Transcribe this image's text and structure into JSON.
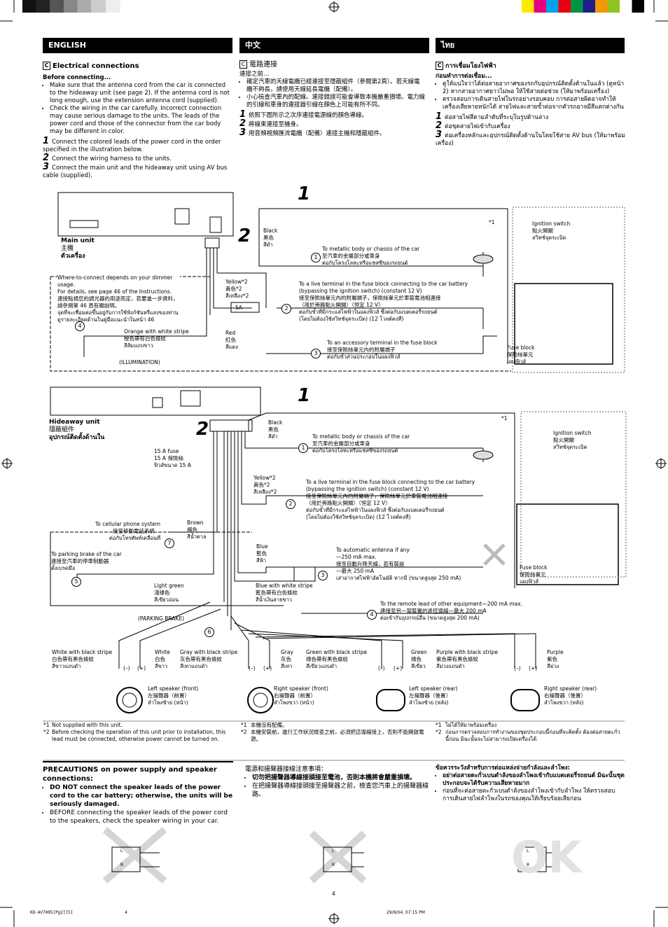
{
  "headers": {
    "en": "ENGLISH",
    "zh": "中文",
    "th": "ไทย"
  },
  "en": {
    "title": "Electrical connections",
    "before": "Before connecting...",
    "b1": "Make sure that the antenna cord from the car is connected to the hideaway unit (see page 2). If the antenna cord is not long enough, use the extension antenna cord (supplied).",
    "b2": "Check the wiring in the car carefully. Incorrect connection may cause serious damage to the units. The leads of the power cord and those of the connector from the car body may be different in color.",
    "s1": "Connect the colored leads of the power cord in the order specified in the illustration below.",
    "s2": "Connect the wiring harness to the units.",
    "s3": "Connect the main unit and the hideaway unit using AV bus cable (supplied)."
  },
  "zh": {
    "title": "電路連接",
    "before": "連接之前…",
    "b1": "確定汽車的天線電纜已經連接至隱蔽組件（參閱第2頁）。若天線電纜不夠長，請使用天線延長電纜（配備）。",
    "b2": "小心檢查汽車內的配線。連接錯誤可能會導致本機嚴重損壞。電力線的引線和車身的連接器引線在顏色上可能有所不同。",
    "s1": "依照下圖所示之次序連接電源線的顏色導線。",
    "s2": "將線束連接至機身。",
    "s3": "用音頻視頻匯流電纜（配備）連接主機和隱蔽組件。"
  },
  "th": {
    "title": "การเชื่อมโยงไฟฟ้า",
    "before": "ก่อนทำการต่อเชื่อม...",
    "b1": "ดูให้แน่ใจว่าได้ต่อสายอากาศของรถกับอุปกรณ์ติดตั้งด้านในแล้ว (ดูหน้า 2) หากสายอากาศยาวไม่พอ ให้ใช้สายต่อช่วย (ให้มาพร้อมเครื่อง)",
    "b2": "ตรวจสอบการเดินสายไฟในรถอย่างรอบคอบ การต่อสายผิดอาจทำให้เครื่องเสียหายหนักได้ สายไฟและสายขั้วต่อจากตัวรถอาจมีสีแตกต่างกัน",
    "s1": "ต่อสายไฟสีตามลำดับที่ระบุในรูปด้านล่าง",
    "s2": "ต่อชุดสายไฟเข้ากับเครื่อง",
    "s3": "ต่อเครื่องหลักและอุปกรณ์ติดตั้งด้านในโดยใช้สาย AV bus (ให้มาพร้อมเครื่อง)"
  },
  "steps": [
    "1",
    "2",
    "3"
  ],
  "callouts": [
    "1",
    "2"
  ],
  "c_letter": "C",
  "d1": {
    "main_unit": [
      "Main unit",
      "主機",
      "ตัวเครื่อง"
    ],
    "dimmer": [
      "Where-to-connect depends on your dimmer usage.",
      "For details, see page 46 of the Instructions.",
      "連接點視您的調光器的用途而定，若要進一步資料，請參閱第 46 頁有關說明。",
      "จุดที่จะเชื่อมต่อขึ้นอยู่กับการใช้ฟังก์ชันหรี่แสงของท่าน",
      "ดูรายละเอียดด้านในคู่มือแนะนำในหน้า 46"
    ],
    "black": [
      "Black",
      "黑色",
      "สีดำ"
    ],
    "yellow": [
      "Yellow*2",
      "黃色*2",
      "สีเหลือง*2"
    ],
    "fuse": "5A",
    "red": [
      "Red",
      "紅色",
      "สีแดง"
    ],
    "orange": [
      "Orange with white stripe",
      "橙色帶有白色條紋",
      "สีส้มแถบขาว"
    ],
    "illum": "(ILLUMINATION)",
    "metal": [
      "To metallic body or chassis of the car",
      "至汽車的金屬部分或車身",
      "ต่อกับโครงโลหะหรือแชสซีของรถยนต์"
    ],
    "live": [
      "To a live terminal in the fuse block connecting to the car battery",
      "(bypassing the ignition switch) (constant 12 V)",
      "接至保險絲單元內的附屬端子，保險絲單元於車裝電池相連接",
      "（用於旁路點火開關）（恒定 12 V）",
      "ต่อกับขั้วที่มีกระแสไฟฟ้าในแผงฟิวส์ ซึ่งต่อกับแบตเตอรี่รถยนต์",
      "(โดยไม่ต้องใช้สวิทช์จุดระเบิด) (12 โวลต์คงที่)"
    ],
    "acc": [
      "To an accessory terminal in the fuse block",
      "接至保險絲單元內的附屬端子",
      "ต่อกับขั้วส่วนประกอบในแผงฟิวส์"
    ],
    "ign": [
      "Ignition switch",
      "點火開關",
      "สวิทช์จุดระเบิด"
    ],
    "fuseblock": [
      "Fuse block",
      "保險絲單元",
      "แผงฟิวส์"
    ],
    "nums": [
      "1",
      "2",
      "3",
      "4"
    ],
    "star1": "*1"
  },
  "d2": {
    "hideaway": [
      "Hideaway unit",
      "隱蔽組件",
      "อุปกรณ์ติดตั้งด้านใน"
    ],
    "fuse15": [
      "15 A fuse",
      "15 A 保險絲",
      "ฟิวส์ขนาด 15 A"
    ],
    "black": [
      "Black",
      "黑色",
      "สีดำ"
    ],
    "yellow": [
      "Yellow*2",
      "黃色*2",
      "สีเหลือง*2"
    ],
    "cell": [
      "To cellular phone system",
      "接至移動電話系統",
      "ต่อกับโทรศัพท์เคลื่อนที่"
    ],
    "brown": [
      "Brown",
      "褐色",
      "สีน้ำตาล"
    ],
    "parking": [
      "To parking brake of the car",
      "連接至汽車的停車制動器",
      "ตั้งเบรคมือ"
    ],
    "blue": [
      "Blue",
      "藍色",
      "สีฟ้า"
    ],
    "lgreen": [
      "Light green",
      "淺綠色",
      "สีเขียวอ่อน"
    ],
    "bluew": [
      "Blue with white stripe",
      "藍色帶有白色條紋",
      "สีน้ำเงินลายขาว"
    ],
    "pbrake": "(PARKING BRAKE)",
    "metal": [
      "To metallic body or chassis of the car",
      "至汽車的金屬部分或車身",
      "ต่อกับโครงโลหะหรือแชสซีของรถยนต์"
    ],
    "live": [
      "To a live terminal in the fuse block connecting to the car battery",
      "(bypassing the ignition switch) (constant 12 V)",
      "接至保險絲單元內的附屬端子，保險絲單元於車裝電池相連接",
      "（用於旁路點火開關）（恒定 12 V）",
      "ต่อกับขั้วที่มีกระแสไฟฟ้าในแผงฟิวส์ ซึ่งต่อกับแบตเตอรี่รถยนต์",
      "(โดยไม่ต้องใช้สวิทช์จุดระเบิด) (12 โวลต์คงที่)"
    ],
    "ant": [
      "To automatic antenna if any",
      "—250 mA max.",
      "接至自動升降天線，若有裝設",
      "—最大 250 mA",
      "เสาอากาศไฟฟ้าอัตโนมัติ หากมี (ขนาดสูงสุด 250 mA)"
    ],
    "remote": [
      "To the remote lead of other equipment—200 mA max.",
      "連接至另一架裝置的遙控導線—最大 200 mA",
      "ต่อเข้ากับอุปกรณ์อื่น (ขนาดสูงสุด 200 mA)"
    ],
    "ign": [
      "Ignition switch",
      "點火開關",
      "สวิทช์จุดระเบิด"
    ],
    "fuseblock": [
      "Fuse block",
      "保險絲單元",
      "แผงฟิวส์"
    ],
    "nums": [
      "1",
      "2",
      "3",
      "4",
      "5",
      "6",
      "7"
    ],
    "star1": "*1"
  },
  "speakers": {
    "wb": [
      "White with black stripe",
      "白色帶有黑色條紋",
      "สีขาวแถบดำ"
    ],
    "w": [
      "White",
      "白色",
      "สีขาว"
    ],
    "gb": [
      "Gray with black stripe",
      "灰色帶有黑色條紋",
      "สีเทาแถบดำ"
    ],
    "g": [
      "Gray",
      "灰色",
      "สีเทา"
    ],
    "grb": [
      "Green with black stripe",
      "綠色帶有黑色條紋",
      "สีเขียวแถบดำ"
    ],
    "gr": [
      "Green",
      "綠色",
      "สีเขียว"
    ],
    "pb": [
      "Purple with black stripe",
      "紫色帶有黑色條紋",
      "สีม่วงแถบดำ"
    ],
    "p": [
      "Purple",
      "紫色",
      "สีม่วง"
    ],
    "lf": [
      "Left speaker (front)",
      "左揚聲器（前置）",
      "ลำโพงซ้าย (หน้า)"
    ],
    "rf": [
      "Right speaker (front)",
      "右揚聲器（前置）",
      "ลำโพงขวา (หน้า)"
    ],
    "lr": [
      "Left speaker (rear)",
      "左揚聲器（後置）",
      "ลำโพงซ้าย (หลัง)"
    ],
    "rr": [
      "Right speaker (rear)",
      "右揚聲器（後置）",
      "ลำโพงขวา (หลัง)"
    ],
    "minus": "(–)",
    "plus": "(+)"
  },
  "notes": {
    "en1": "Not supplied with this unit.",
    "en2": "Before checking the operation of this unit prior to installation, this lead must be connected, otherwise power cannot be turned on.",
    "zh1": "本機沒有配備。",
    "zh2": "本機安裝前，進行工作狀況檢查之前，必須把這導線接上，否則不能開啟電源。",
    "th1": "ไม่ได้ให้มาพร้อมเครื่อง",
    "th2": "ก่อนการตรวจสอบการทำงานของชุดประกอบนี้ก่อนที่จะติดตั้ง ต้องต่อสายตะกั่วนี้ก่อน มิฉะนั้นจะไม่สามารถเปิดเครื่องได้",
    "m1": "*1",
    "m2": "*2"
  },
  "prec": {
    "en_title": "PRECAUTIONS on power supply and speaker connections:",
    "en1": "DO NOT connect the speaker leads of the power cord to the car battery; otherwise, the units will be seriously damaged.",
    "en2": "BEFORE connecting the speaker leads of the power cord to the speakers, check the speaker wiring in your car.",
    "zh_title": "電源和揚聲器接線注意事項：",
    "zh1": "切勿把揚聲器導線接頭接至電池，否則本機將會嚴重損壞。",
    "zh2": "在把揚聲器導線接頭接至揚聲器之前，檢查您汽車上的揚聲器線路。",
    "th_title": "ข้อควรระวังสำหรับการต่อแหล่งจ่ายกำลังและลำโพง:",
    "th1": "อย่าต่อสายตะกั่วเบนดำลังของลำโพงเข้ากับแบตเตอรี่รถยนต์ มิฉะนั้นชุดประกอบจะได้รับความเสียหายมาก",
    "th2": "ก่อนที่จะต่อสายตะกั่วเบนดำลังของลำโพงเข้ากับลำโพง ให้ตรวจสอบการเดินสายไฟลำโพงในรถของคุณให้เรียบร้อยเสียก่อน"
  },
  "bottom": {
    "ok": "OK",
    "L": "L",
    "R": "R"
  },
  "footer": {
    "page": "4",
    "file": "KD-AV7005[Pg2][S]",
    "num": "4",
    "date": "29/9/04, 07:15 PM"
  },
  "colors": {
    "ink": "#000000",
    "diag_gray": "#cfcfcf",
    "bar_black": "#000000"
  }
}
